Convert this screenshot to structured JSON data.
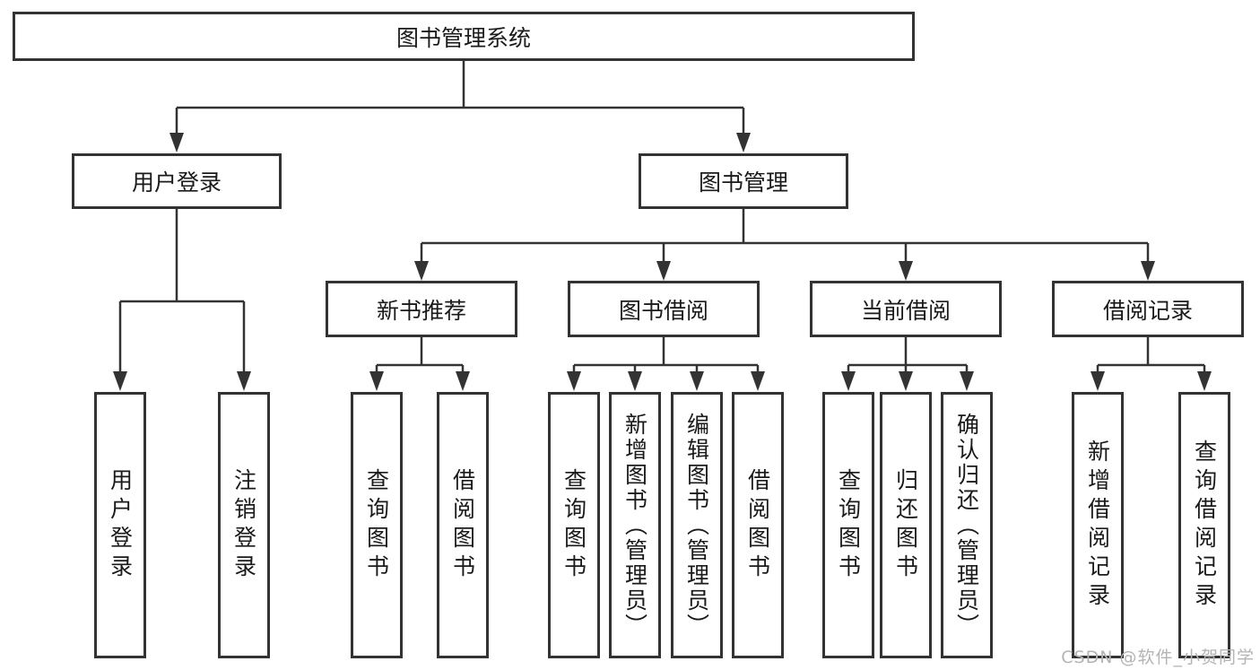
{
  "watermark": "CSDN @软件_小贺同学",
  "colors": {
    "line": "#333333",
    "border": "#333333",
    "text": "#1a1a1a",
    "watermark": "#b4b4b4",
    "background": "#ffffff"
  },
  "tree": {
    "root": {
      "label": "图书管理系统",
      "children": [
        {
          "label": "用户登录",
          "children": [
            {
              "label": "用户登录"
            },
            {
              "label": "注销登录"
            }
          ]
        },
        {
          "label": "图书管理",
          "children": [
            {
              "label": "新书推荐",
              "children": [
                {
                  "label": "查询图书"
                },
                {
                  "label": "借阅图书"
                }
              ]
            },
            {
              "label": "图书借阅",
              "children": [
                {
                  "label": "查询图书"
                },
                {
                  "label": "新增图书（管理员）"
                },
                {
                  "label": "编辑图书（管理员）"
                },
                {
                  "label": "借阅图书"
                }
              ]
            },
            {
              "label": "当前借阅",
              "children": [
                {
                  "label": "查询图书"
                },
                {
                  "label": "归还图书"
                },
                {
                  "label": "确认归还（管理员）"
                }
              ]
            },
            {
              "label": "借阅记录",
              "children": [
                {
                  "label": "新增借阅记录"
                },
                {
                  "label": "查询借阅记录"
                }
              ]
            }
          ]
        }
      ]
    }
  }
}
